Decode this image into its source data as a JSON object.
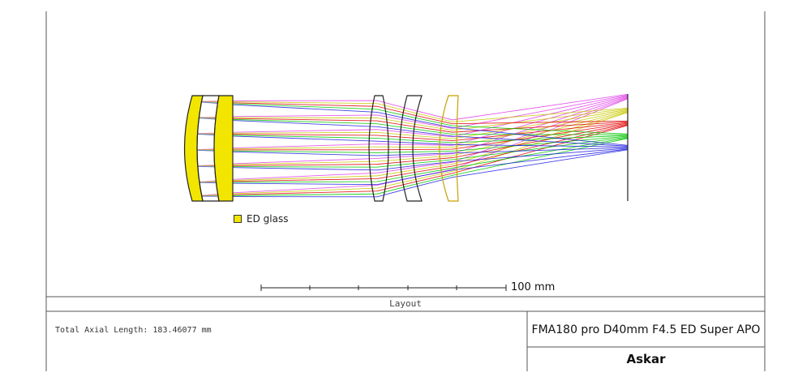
{
  "legend": {
    "label": "ED glass",
    "swatch_color": "#f2e600"
  },
  "scale": {
    "label": "100 mm"
  },
  "layout": {
    "label": "Layout"
  },
  "info": {
    "total_axial_length": "Total Axial Length: 183.46077 mm",
    "product_name": "FMA180 pro D40mm F4.5 ED Super APO",
    "brand": "Askar"
  },
  "colors": {
    "ed_glass": "#f2e600",
    "field_1": "#e040e8",
    "field_2": "#c8c800",
    "field_3": "#e00000",
    "field_4": "#00c800",
    "field_5": "#2020e0"
  }
}
